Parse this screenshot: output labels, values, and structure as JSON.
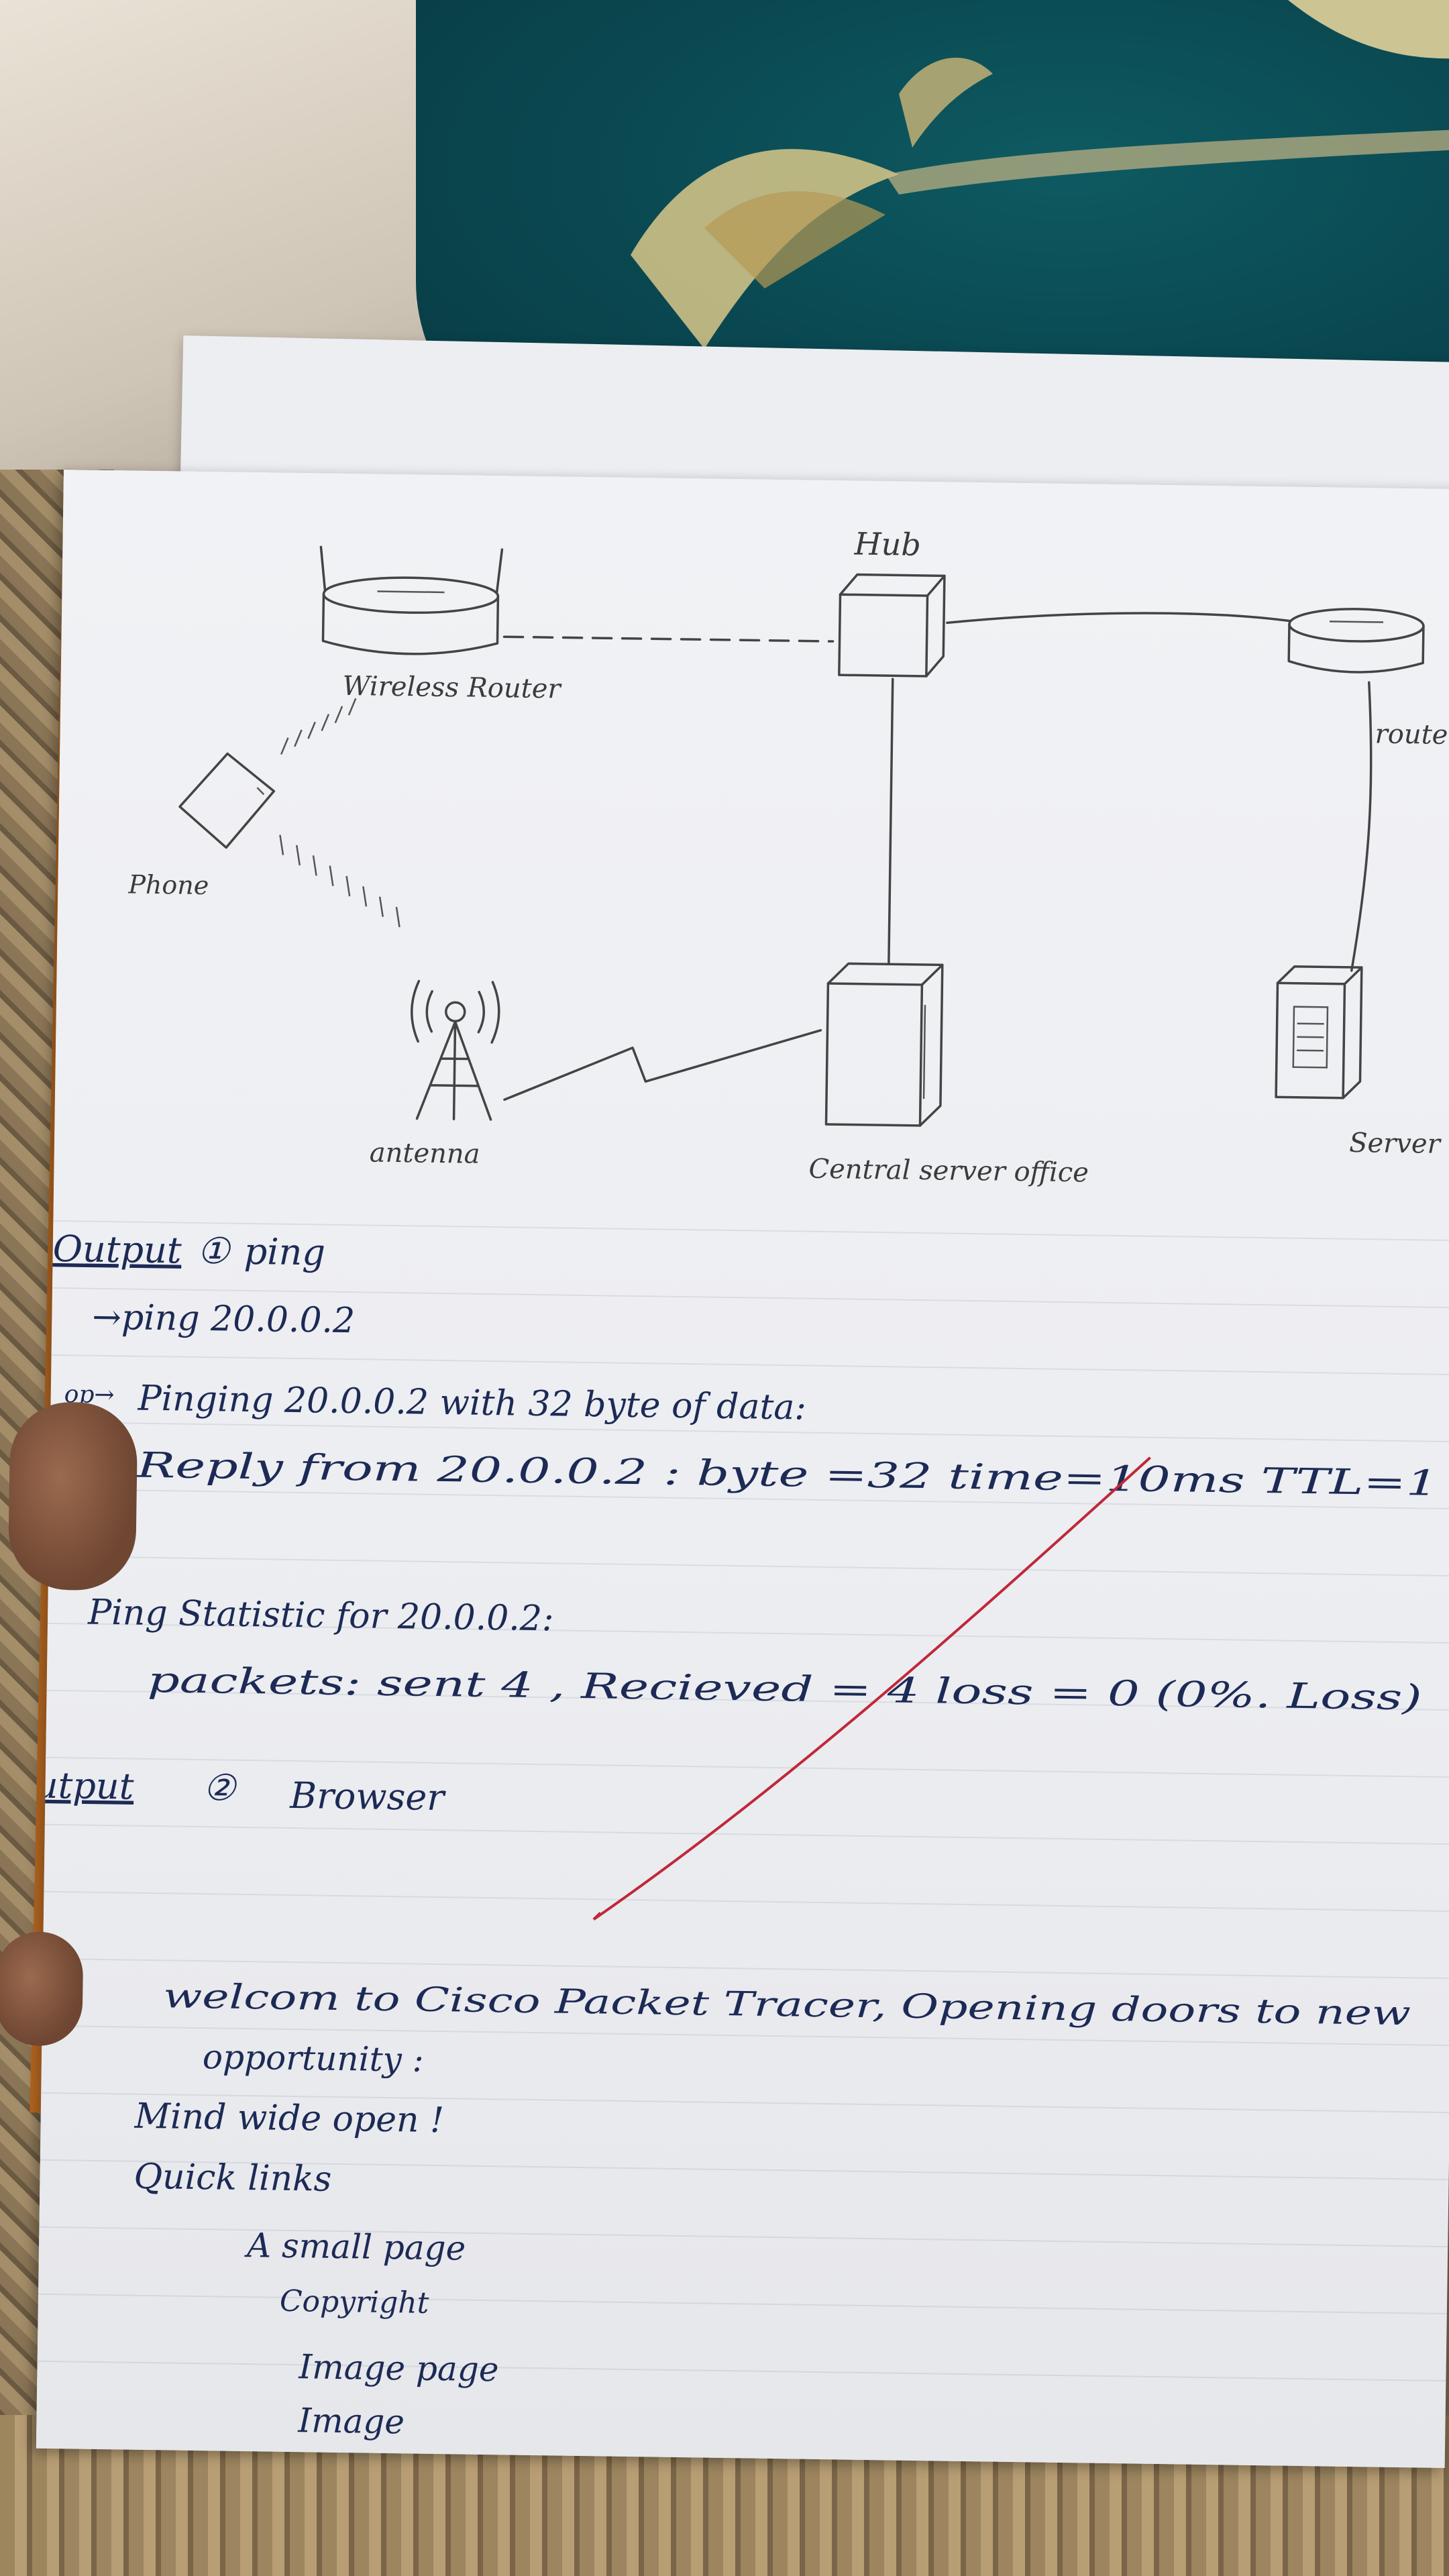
{
  "diagram": {
    "labels": {
      "hub": "Hub",
      "wireless_router": "Wireless Router",
      "router": "router",
      "phone": "Phone",
      "antenna": "antenna",
      "central_server": "Central server office",
      "server": "Server"
    }
  },
  "output1": {
    "heading": "Output",
    "number": "①",
    "title": "ping",
    "command": "→ping 20.0.0.2",
    "op_prefix": "op→",
    "op_line": "Pinging 20.0.0.2 with 32 byte of data:",
    "reply_line": "Reply from 20.0.0.2 : byte =32 time=10ms TTL=1",
    "stat_line": "Ping Statistic for 20.0.0.2:",
    "packets_line": "packets: sent 4 , Recieved = 4   loss = 0 (0%. Loss)"
  },
  "output2": {
    "heading": "Output",
    "number": "②",
    "title": "Browser",
    "line1": "welcom to Cisco Packet Tracer, Opening doors to new",
    "line2": "opportunity :",
    "line3": "Mind wide open !",
    "quick_links": "Quick links",
    "links": [
      "A small page",
      "Copyright",
      "Image page",
      "Image"
    ]
  },
  "colors": {
    "ink": "#1c2a55",
    "pencil": "#3b3b3b",
    "tick_red": "#c0283a"
  }
}
